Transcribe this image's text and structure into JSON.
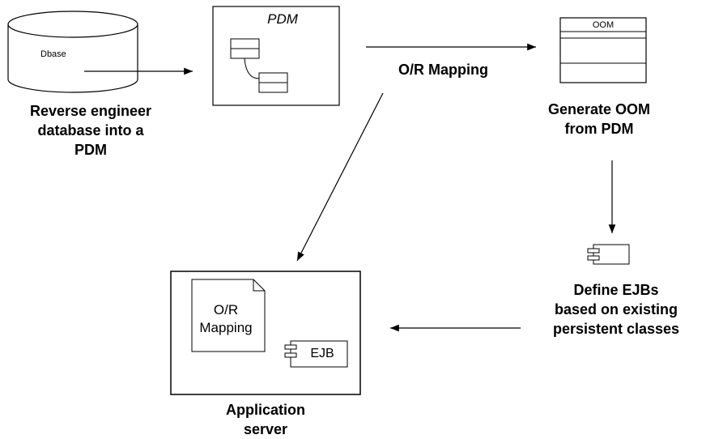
{
  "database": {
    "label": "Dbase"
  },
  "pdm": {
    "title": "PDM"
  },
  "oom": {
    "title": "OOM"
  },
  "mapping_edge": {
    "label": "O/R Mapping"
  },
  "captions": {
    "reverse": [
      "Reverse engineer",
      "database into a",
      "PDM"
    ],
    "generate": [
      "Generate OOM",
      "from PDM"
    ],
    "define": [
      "Define EJBs",
      "based on existing",
      "persistent classes"
    ],
    "app_server": [
      "Application",
      "server"
    ]
  },
  "app_server": {
    "doc_lines": [
      "O/R",
      "Mapping"
    ],
    "component_label": "EJB"
  }
}
